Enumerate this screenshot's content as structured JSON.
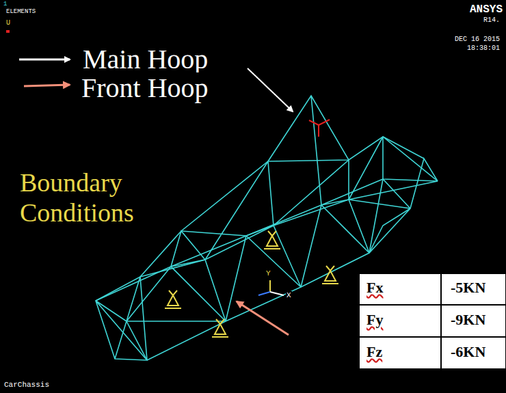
{
  "diagram": {
    "labels": [
      "1",
      "ELEMENTS",
      "U",
      "ANSYS",
      "R14.",
      "DEC 16 2015",
      "18:38:01",
      "Main Hoop",
      "Front Hoop",
      "Boundary Conditions",
      "Y",
      "X",
      "Fx",
      "-5KN",
      "Fy",
      "-9KN",
      "Fz",
      "-6KN",
      "CarChassis"
    ]
  }
}
